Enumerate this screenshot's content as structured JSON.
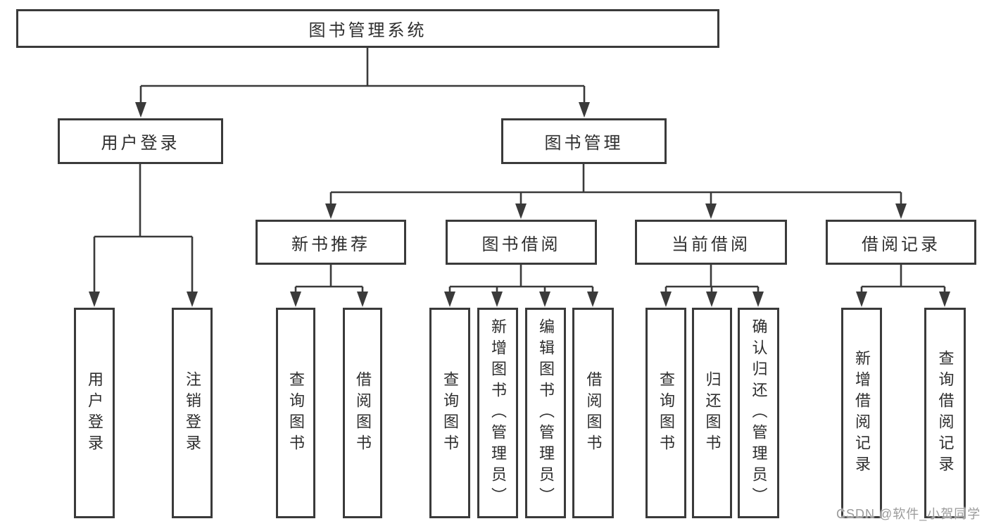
{
  "diagram": {
    "root": {
      "label": "图书管理系统"
    },
    "branches": [
      {
        "label": "用户登录",
        "children": [
          {
            "label": "用户登录"
          },
          {
            "label": "注销登录"
          }
        ]
      },
      {
        "label": "图书管理",
        "children": [
          {
            "label": "新书推荐",
            "children": [
              {
                "label": "查询图书"
              },
              {
                "label": "借阅图书"
              }
            ]
          },
          {
            "label": "图书借阅",
            "children": [
              {
                "label": "查询图书"
              },
              {
                "label": "新增图书（管理员）"
              },
              {
                "label": "编辑图书（管理员）"
              },
              {
                "label": "借阅图书"
              }
            ]
          },
          {
            "label": "当前借阅",
            "children": [
              {
                "label": "查询图书"
              },
              {
                "label": "归还图书"
              },
              {
                "label": "确认归还（管理员）"
              }
            ]
          },
          {
            "label": "借阅记录",
            "children": [
              {
                "label": "新增借阅记录"
              },
              {
                "label": "查询借阅记录"
              }
            ]
          }
        ]
      }
    ]
  },
  "watermark": {
    "text": "CSDN @软件_小贺同学",
    "color": "#9b9b9b"
  },
  "colors": {
    "line": "#3a3a3a",
    "box_border": "#3a3a3a",
    "text": "#2e2e2e",
    "background": "#ffffff"
  }
}
